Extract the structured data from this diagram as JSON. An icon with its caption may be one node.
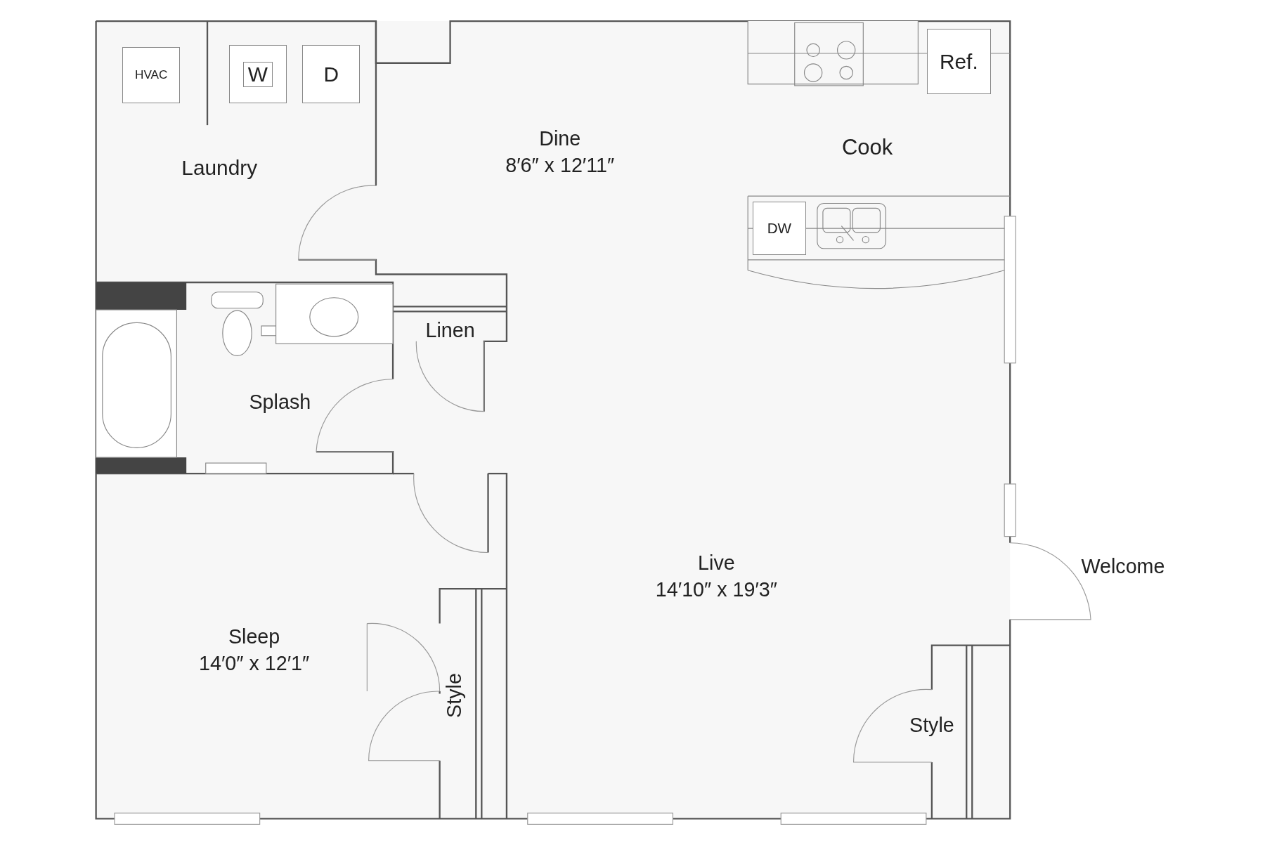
{
  "diagram": {
    "labels": [
      "HVAC",
      "W",
      "D",
      "Ref.",
      "Dine",
      "8′6″ x 12′11″",
      "Cook",
      "Laundry",
      "DW",
      "Linen",
      "Splash",
      "Live",
      "14′10″ x 19′3″",
      "Welcome",
      "Sleep",
      "14′0″ x 12′1″",
      "Style",
      "Style"
    ]
  }
}
